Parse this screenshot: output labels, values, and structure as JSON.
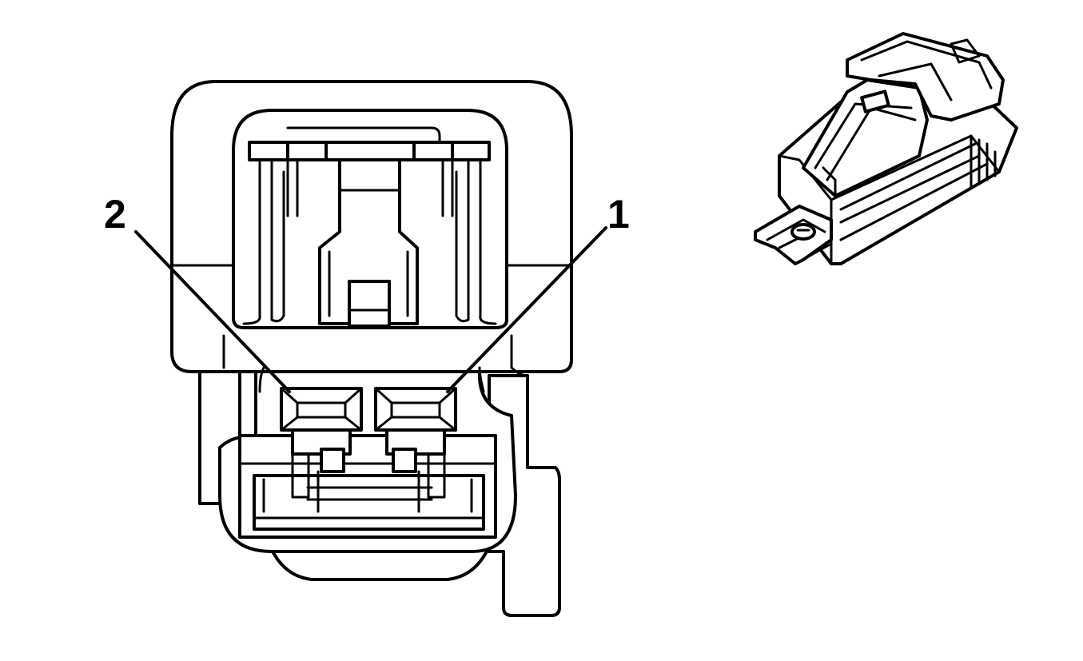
{
  "diagram": {
    "callouts": [
      {
        "id": "pin-2",
        "label": "2"
      },
      {
        "id": "pin-1",
        "label": "1"
      }
    ]
  },
  "colors": {
    "line": "#000000",
    "background": "#ffffff"
  }
}
